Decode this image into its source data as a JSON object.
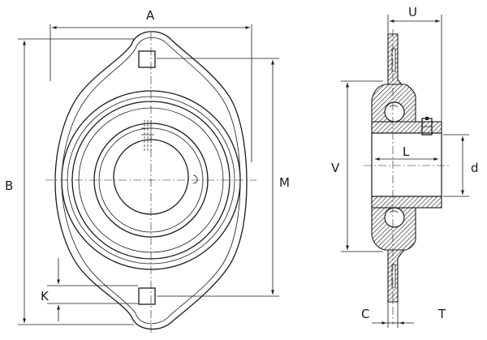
{
  "diagram": {
    "labels": {
      "A": "A",
      "B": "B",
      "M": "M",
      "K": "K",
      "U": "U",
      "V": "V",
      "L": "L",
      "d": "d",
      "C": "C",
      "T": "T"
    },
    "colors": {
      "line": "#1a1a1a",
      "background": "#ffffff"
    }
  }
}
